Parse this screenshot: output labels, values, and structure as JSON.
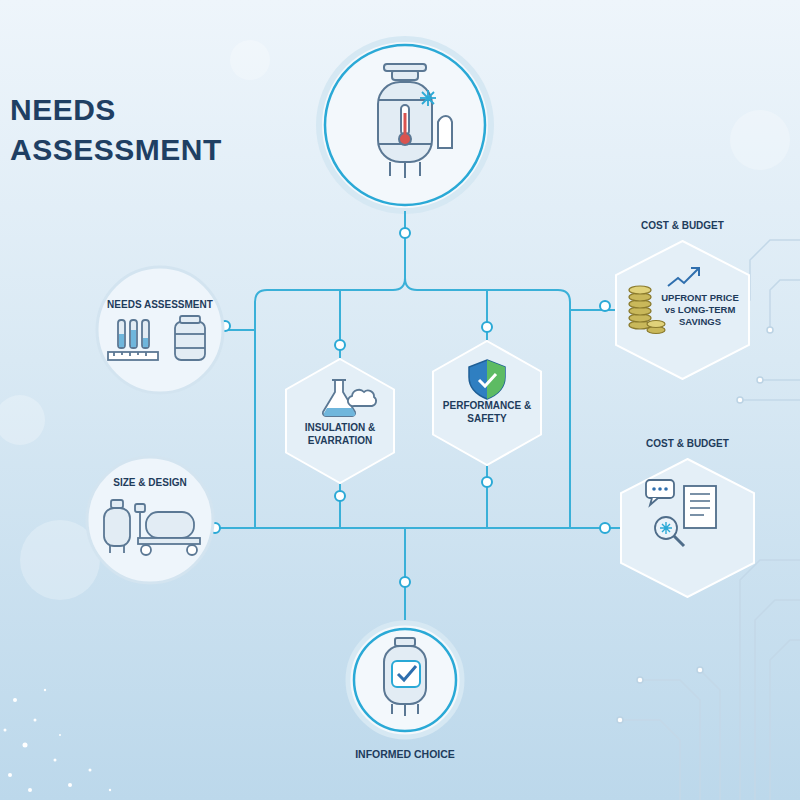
{
  "diagram": {
    "title": "NEEDS ASSESSMENT",
    "nodes": [
      {
        "text": [
          "NEEDS ASSESSMENT"
        ]
      },
      {
        "text": [
          "SIZE & DESIGN"
        ]
      },
      {
        "text": [
          "INSULATION & EVARRATION"
        ]
      },
      {
        "text": [
          "PERFORMANCE & SAFETY"
        ]
      },
      {
        "text": [
          "COST & BUDGET",
          "UPFRONT PRICE vs LONG-TERM SAVINGS"
        ]
      },
      {
        "text": [
          "COST & BUDGET"
        ]
      },
      {
        "text": [
          "INFORMED CHOICE"
        ]
      }
    ],
    "edges": [
      {
        "from": 0,
        "to": 6,
        "arrow": "none"
      },
      {
        "from": 1,
        "to": 6,
        "arrow": "none"
      },
      {
        "from": 2,
        "to": 6,
        "arrow": "none"
      },
      {
        "from": 3,
        "to": 6,
        "arrow": "none"
      },
      {
        "from": 4,
        "to": 6,
        "arrow": "none"
      },
      {
        "from": 5,
        "to": 6,
        "arrow": "none"
      }
    ]
  }
}
